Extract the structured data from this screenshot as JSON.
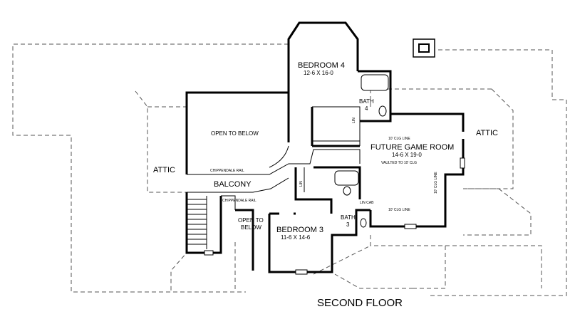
{
  "title": "SECOND FLOOR",
  "rooms": {
    "bedroom4": {
      "name": "BEDROOM 4",
      "size": "12-6 X 16-0"
    },
    "bedroom3": {
      "name": "BEDROOM 3",
      "size": "11-6 X 14-6"
    },
    "game_room": {
      "name": "FUTURE GAME ROOM",
      "size": "14-6 X 19-0",
      "note": "VAULTED TO 10' CLG"
    },
    "bath4": {
      "name": "BATH",
      "number": "4"
    },
    "bath3": {
      "name": "BATH",
      "number": "3"
    },
    "lin_upper": "LIN",
    "lin_lower": "LIN",
    "lin_cab": "LIN CAB",
    "balcony": "BALCONY",
    "open_above": "OPEN TO BELOW",
    "open_lower_line1": "OPEN TO",
    "open_lower_line2": "BELOW",
    "attic_left": "ATTIC",
    "attic_right": "ATTIC"
  },
  "annotations": {
    "chippendale_upper": "CHIPPENDALE RAIL",
    "chippendale_lower": "CHIPPENDALE RAIL",
    "clg_line_top": "10' CLG LINE",
    "clg_line_bottom": "10' CLG LINE",
    "clg_line_side": "10' CLG LINE"
  }
}
